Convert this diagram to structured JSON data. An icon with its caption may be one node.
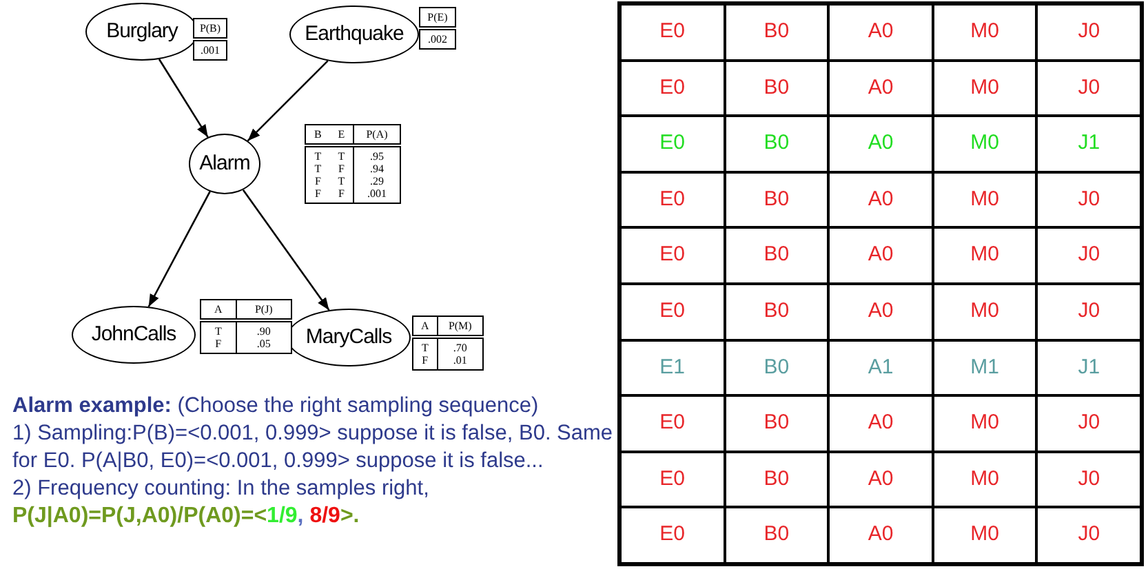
{
  "diagram": {
    "nodes": [
      {
        "text": [
          "Burglary"
        ]
      },
      {
        "text": [
          "Earthquake"
        ]
      },
      {
        "text": [
          "Alarm"
        ]
      },
      {
        "text": [
          "JohnCalls"
        ]
      },
      {
        "text": [
          "MaryCalls"
        ]
      }
    ],
    "edges": [
      {
        "from": 0,
        "to": 2,
        "arrow": "to"
      },
      {
        "from": 1,
        "to": 2,
        "arrow": "to"
      },
      {
        "from": 2,
        "to": 3,
        "arrow": "to"
      },
      {
        "from": 2,
        "to": 4,
        "arrow": "to"
      }
    ],
    "labels": [
      "P(B)",
      ".001",
      "P(E)",
      ".002",
      "B",
      "E",
      "P(A)",
      "T",
      "T",
      ".95",
      "T",
      "F",
      ".94",
      "F",
      "T",
      ".29",
      "F",
      "F",
      ".001",
      "A",
      "P(J)",
      "T",
      ".90",
      "F",
      ".05",
      "A",
      "P(M)",
      "T",
      ".70",
      "F",
      ".01",
      "**Alarm example:** (Choose the right sampling sequence)",
      "1) Sampling:P(B)=<0.001, 0.999> suppose it is false, B0. Same for E0. P(A|B0, E0)=<0.001, 0.999> suppose it is false...",
      "2) Frequency counting: In the samples right,",
      "P(J|A0)=P(J,A0)/P(A0)=<",
      "1/9",
      ",",
      "8/9",
      ">.",
      "E0",
      "B0",
      "A0",
      "M0",
      "J0",
      "E0",
      "B0",
      "A0",
      "M0",
      "J0",
      "E0",
      "B0",
      "A0",
      "M0",
      "J1",
      "E0",
      "B0",
      "A0",
      "M0",
      "J0",
      "E0",
      "B0",
      "A0",
      "M0",
      "J0",
      "E0",
      "B0",
      "A0",
      "M0",
      "J0",
      "E1",
      "B0",
      "A1",
      "M1",
      "J1",
      "E0",
      "B0",
      "A0",
      "M0",
      "J0",
      "E0",
      "B0",
      "A0",
      "M0",
      "J0",
      "E0",
      "B0",
      "A0",
      "M0",
      "J0"
    ]
  }
}
